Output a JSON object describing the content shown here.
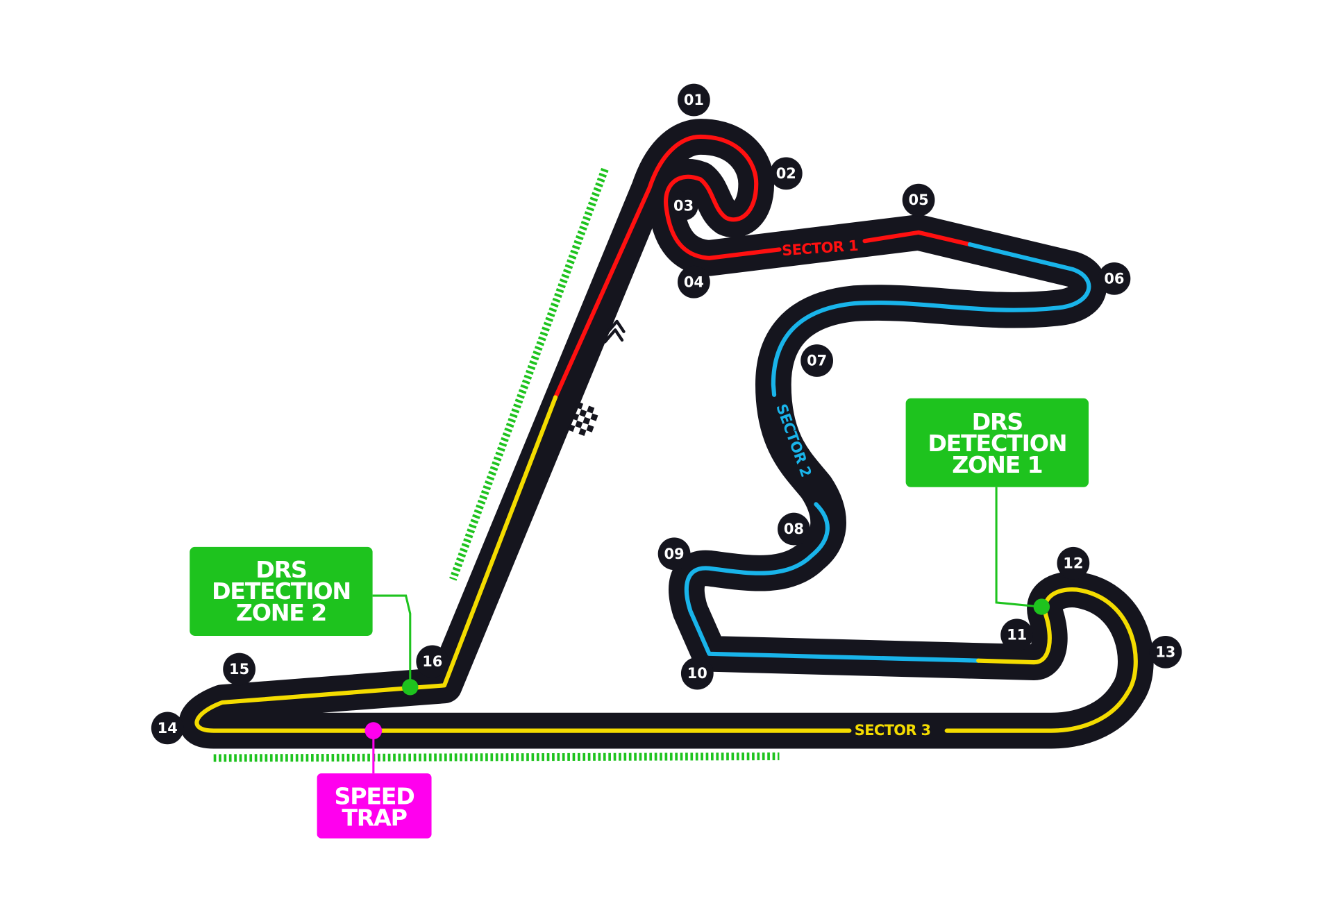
{
  "circuit": {
    "colors": {
      "track": "#15151e",
      "sector1": "#ff1010",
      "sector2": "#19b4ea",
      "sector3": "#f4dc00",
      "drs": "#1ec31e",
      "speed_trap": "#ff00ee",
      "background": "#ffffff"
    },
    "sectors": [
      {
        "id": 1,
        "label": "SECTOR 1"
      },
      {
        "id": 2,
        "label": "SECTOR 2"
      },
      {
        "id": 3,
        "label": "SECTOR 3"
      }
    ],
    "turns": [
      {
        "label": "01"
      },
      {
        "label": "02"
      },
      {
        "label": "03"
      },
      {
        "label": "04"
      },
      {
        "label": "05"
      },
      {
        "label": "06"
      },
      {
        "label": "07"
      },
      {
        "label": "08"
      },
      {
        "label": "09"
      },
      {
        "label": "10"
      },
      {
        "label": "11"
      },
      {
        "label": "12"
      },
      {
        "label": "13"
      },
      {
        "label": "14"
      },
      {
        "label": "15"
      },
      {
        "label": "16"
      }
    ],
    "drs_detection_zones": [
      {
        "lines": [
          "DRS",
          "DETECTION",
          "ZONE 1"
        ]
      },
      {
        "lines": [
          "DRS",
          "DETECTION",
          "ZONE 2"
        ]
      }
    ],
    "speed_trap": {
      "lines": [
        "SPEED",
        "TRAP"
      ]
    },
    "icons": {
      "start_finish": "checkered-flag-icon",
      "direction": "double-chevron-icon"
    }
  }
}
